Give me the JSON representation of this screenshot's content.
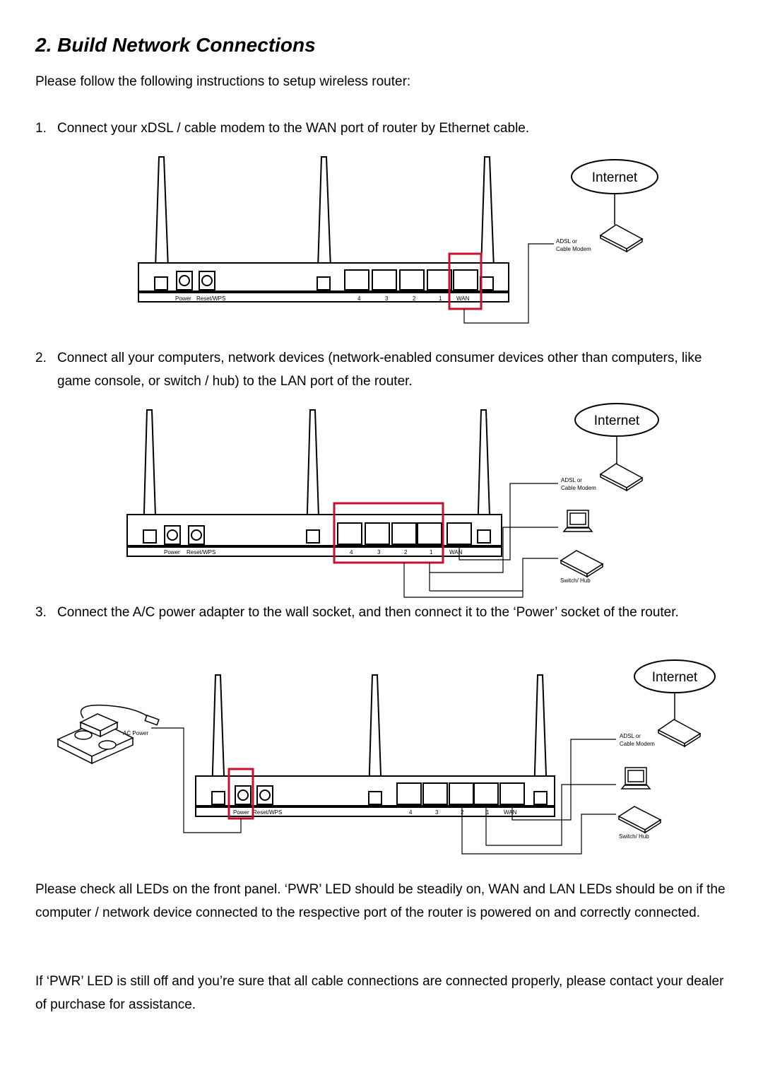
{
  "heading": "2. Build Network Connections",
  "intro": "Please follow the following instructions to setup wireless router:",
  "steps": [
    {
      "num": "1.",
      "text": "Connect your xDSL / cable modem to the WAN port of router by Ethernet cable."
    },
    {
      "num": "2.",
      "text": "Connect all your computers, network devices (network-enabled consumer devices other than computers, like game console, or switch / hub) to the LAN port of the router."
    },
    {
      "num": "3.",
      "text": "Connect the A/C power adapter to the wall socket, and then connect it to the ‘Power’ socket of the router."
    }
  ],
  "note_leds": "Please check all LEDs on the front panel. ‘PWR’ LED should be steadily on, WAN and LAN LEDs should be on if the computer / network device connected to the respective port of the router is powered on and correctly connected.",
  "note_pwr": "If ‘PWR’ LED is still off and you’re sure that all cable connections are connected properly, please contact your dealer of purchase for assistance.",
  "diagram_labels": {
    "internet": "Internet",
    "modem": [
      "ADSL or",
      "Cable Modem"
    ],
    "switch": "Switch/ Hub",
    "ac_power": "AC Power",
    "power": "Power",
    "reset": "Reset/WPS",
    "ports": [
      "4",
      "3",
      "2",
      "1"
    ],
    "wan": "WAN"
  },
  "colors": {
    "highlight": "#c8102e"
  }
}
